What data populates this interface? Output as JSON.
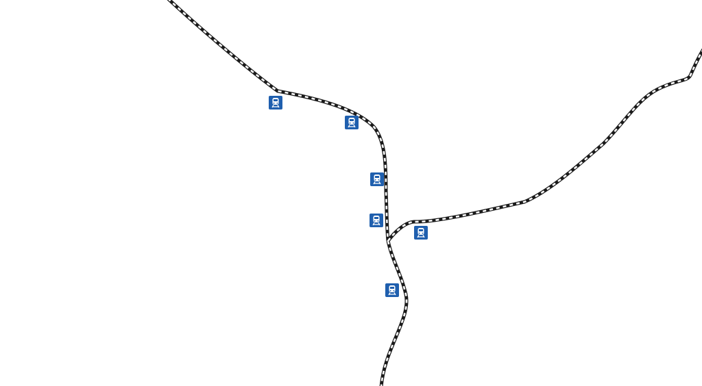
{
  "map": {
    "colors": {
      "background": "#ffffff",
      "rail_casing": "#1a1a1a",
      "rail_dash": "#ffffff",
      "station_fill": "#1f5fae",
      "station_glyph": "#ffffff"
    },
    "railway_lines": [
      {
        "name": "rail-line-west"
      },
      {
        "name": "rail-line-south"
      },
      {
        "name": "rail-line-east"
      }
    ],
    "stations": [
      {
        "icon": "train-station-icon"
      },
      {
        "icon": "train-station-icon"
      },
      {
        "icon": "train-station-icon"
      },
      {
        "icon": "train-station-icon"
      },
      {
        "icon": "train-station-icon"
      },
      {
        "icon": "train-station-icon"
      }
    ]
  }
}
